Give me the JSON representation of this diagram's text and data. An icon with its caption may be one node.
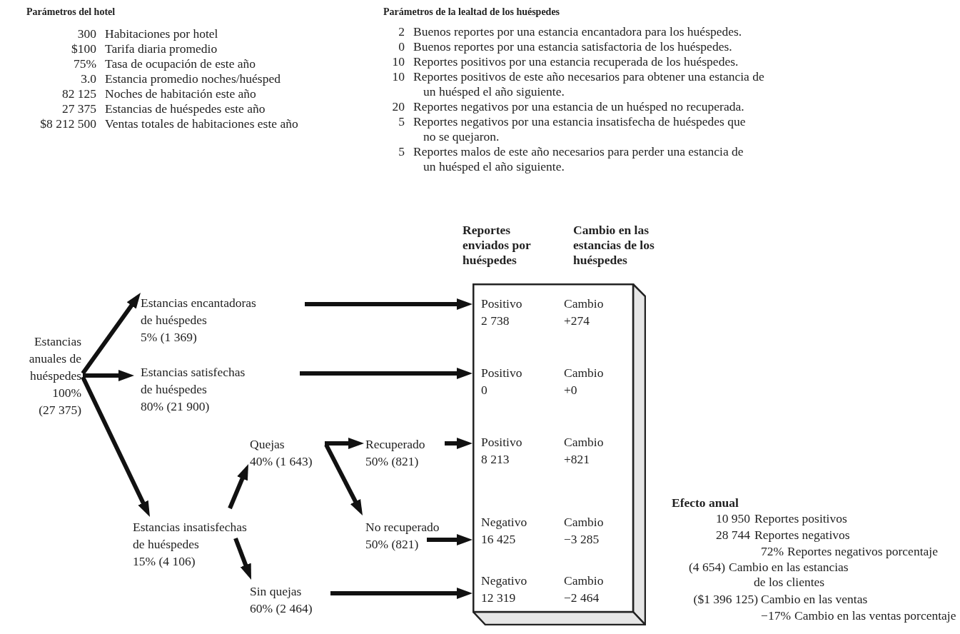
{
  "diagram": {
    "nodes": [
      {
        "text": [
          "Estancias anuales de huéspedes",
          "100% (27 375)"
        ]
      },
      {
        "text": [
          "Estancias encantadoras de huéspedes",
          "5% (1 369)"
        ]
      },
      {
        "text": [
          "Estancias satisfechas de huéspedes",
          "80% (21 900)"
        ]
      },
      {
        "text": [
          "Estancias insatisfechas de huéspedes",
          "15% (4 106)"
        ]
      },
      {
        "text": [
          "Quejas",
          "40% (1 643)"
        ]
      },
      {
        "text": [
          "Sin quejas",
          "60% (2 464)"
        ]
      },
      {
        "text": [
          "Recuperado",
          "50% (821)"
        ]
      },
      {
        "text": [
          "No recuperado",
          "50% (821)"
        ]
      },
      {
        "text": [],
        "shape": "box"
      },
      {
        "text": [
          "Positivo",
          "2 738",
          "Cambio",
          "+274"
        ],
        "in": 8
      },
      {
        "text": [
          "Positivo",
          "0",
          "Cambio",
          "+0"
        ],
        "in": 8
      },
      {
        "text": [
          "Positivo",
          "8 213",
          "Cambio",
          "+821"
        ],
        "in": 8
      },
      {
        "text": [
          "Negativo",
          "16 425",
          "Cambio",
          "−3 285"
        ],
        "in": 8
      },
      {
        "text": [
          "Negativo",
          "12 319",
          "Cambio",
          "−2 464"
        ],
        "in": 8
      }
    ],
    "edges": [
      {
        "from": 0,
        "to": 1,
        "arrow": "to"
      },
      {
        "from": 0,
        "to": 2,
        "arrow": "to"
      },
      {
        "from": 0,
        "to": 3,
        "arrow": "to"
      },
      {
        "from": 3,
        "to": 4,
        "arrow": "to"
      },
      {
        "from": 3,
        "to": 5,
        "arrow": "to"
      },
      {
        "from": 4,
        "to": 6,
        "arrow": "to"
      },
      {
        "from": 4,
        "to": 7,
        "arrow": "to"
      },
      {
        "from": 1,
        "to": 9,
        "arrow": "to"
      },
      {
        "from": 2,
        "to": 10,
        "arrow": "to"
      },
      {
        "from": 6,
        "to": 11,
        "arrow": "to"
      },
      {
        "from": 7,
        "to": 12,
        "arrow": "to"
      },
      {
        "from": 5,
        "to": 13,
        "arrow": "to"
      }
    ],
    "labels": [
      "Parámetros del hotel",
      "300",
      "Habitaciones por hotel",
      "$100",
      "Tarifa diaria promedio",
      "75%",
      "Tasa de ocupación de este año",
      "3.0",
      "Estancia promedio noches/huésped",
      "82 125",
      "Noches de habitación este año",
      "27 375",
      "Estancias de huéspedes este año",
      "$8 212 500",
      "Ventas totales de habitaciones este año",
      "Parámetros de la lealtad de los huéspedes",
      "2",
      "Buenos reportes por una estancia encantadora para los huéspedes.",
      "0",
      "Buenos reportes por una estancia satisfactoria de los huéspedes.",
      "10",
      "Reportes positivos por una estancia recuperada de los huéspedes.",
      "10",
      "Reportes positivos de este año necesarios para obtener una estancia de un huésped el año siguiente.",
      "20",
      "Reportes negativos por una estancia de un huésped no recuperada.",
      "5",
      "Reportes negativos por una estancia insatisfecha de huéspedes que no se quejaron.",
      "5",
      "Reportes malos de este año necesarios para perder una estancia de un huésped el año siguiente.",
      "Reportes enviados por huéspedes",
      "Cambio en las estancias de los huéspedes",
      "Efecto anual",
      "10 950",
      "Reportes positivos",
      "28 744",
      "Reportes negativos",
      "72%",
      "Reportes negativos porcentaje",
      "(4 654)",
      "Cambio en las estancias de los clientes",
      "($1 396 125)",
      "Cambio en las ventas",
      "−17%",
      "Cambio en las ventas porcentaje"
    ]
  }
}
